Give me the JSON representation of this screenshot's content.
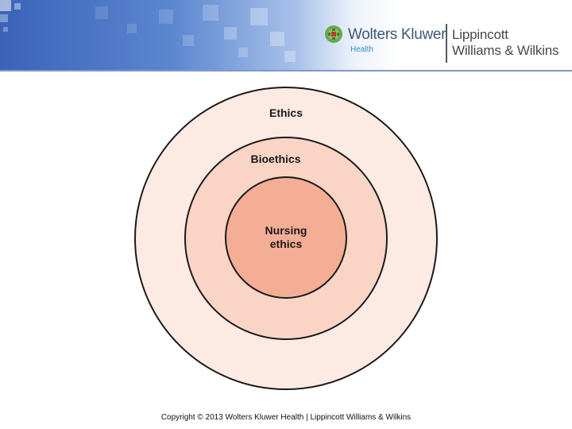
{
  "header": {
    "brand_primary": "Wolters Kluwer",
    "brand_sub": "Health",
    "brand_secondary_line1": "Lippincott",
    "brand_secondary_line2": "Williams & Wilkins",
    "logo_icon": "wolters-kluwer-logo-icon",
    "colors": {
      "header_blue": "#3a63b8",
      "logo_green": "#6aa84f",
      "logo_red": "#c0392b",
      "health_blue": "#2f8fc4"
    }
  },
  "diagram": {
    "rings": [
      {
        "label": "Ethics",
        "fill": "#fdebe3"
      },
      {
        "label": "Bioethics",
        "fill": "#fad5c5"
      },
      {
        "label": "Nursing ethics",
        "label_lines": [
          "Nursing",
          "ethics"
        ],
        "fill": "#f5ae96"
      }
    ],
    "stroke": "#1a1a1a"
  },
  "footer": {
    "copyright": "Copyright © 2013 Wolters Kluwer Health | Lippincott Williams & Wilkins"
  }
}
